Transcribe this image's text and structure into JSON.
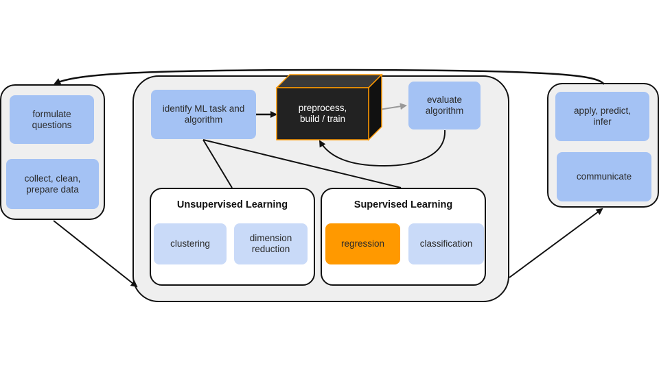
{
  "left_panel": {
    "formulate": "formulate\nquestions",
    "collect": "collect, clean,\nprepare data"
  },
  "center_panel": {
    "identify": "identify ML task and\nalgorithm",
    "preprocess": "preprocess,\nbuild / train",
    "evaluate": "evaluate\nalgorithm",
    "unsupervised": {
      "title": "Unsupervised Learning",
      "items": [
        "clustering",
        "dimension\nreduction"
      ]
    },
    "supervised": {
      "title": "Supervised Learning",
      "items": [
        "regression",
        "classification"
      ]
    }
  },
  "right_panel": {
    "apply": "apply, predict,\ninfer",
    "communicate": "communicate"
  },
  "colors": {
    "box_blue": "#a4c2f4",
    "box_light_blue": "#c9daf8",
    "highlight_orange": "#ff9900",
    "cube_dark": "#222222",
    "panel_gray": "#efefef"
  }
}
